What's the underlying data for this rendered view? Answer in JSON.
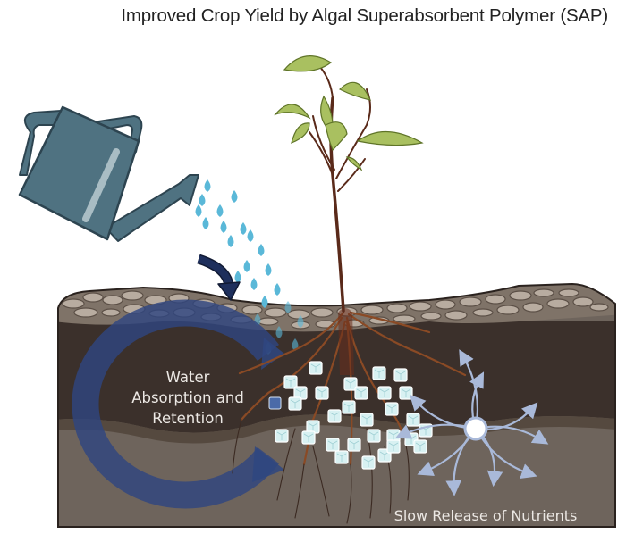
{
  "title": "Improved Crop Yield by Algal Superabsorbent Polymer (SAP)",
  "labels": {
    "water_absorption": [
      "Water",
      "Absorption and",
      "Retention"
    ],
    "slow_release": "Slow Release of Nutrients"
  },
  "elements": {
    "watering_can": "watering-can-icon",
    "water_drops": "water-drop-icon",
    "down_arrow": "curved-arrow-icon",
    "plant": "seedling-icon",
    "sap_cubes": "hydrogel-cube-icon",
    "cycle_arrow": "circular-arrow-icon",
    "nutrient_source": "nutrient-burst-icon"
  },
  "colors": {
    "can": "#4f7281",
    "can_dark": "#3a5664",
    "drop": "#5ab8d8",
    "arrow": "#1e2f5c",
    "cycle": "#2f4680",
    "leaf": "#a9c060",
    "leaf_dark": "#7d9a3c",
    "stem": "#6a2e1c",
    "root": "#8a4a25",
    "topsoil": "#8e8276",
    "stone": "#b8aca0",
    "dark_soil": "#3b302b",
    "subsoil": "#6e645c",
    "cube": "#d8f1f2",
    "nutrient_arrow": "#a9b9d9"
  }
}
